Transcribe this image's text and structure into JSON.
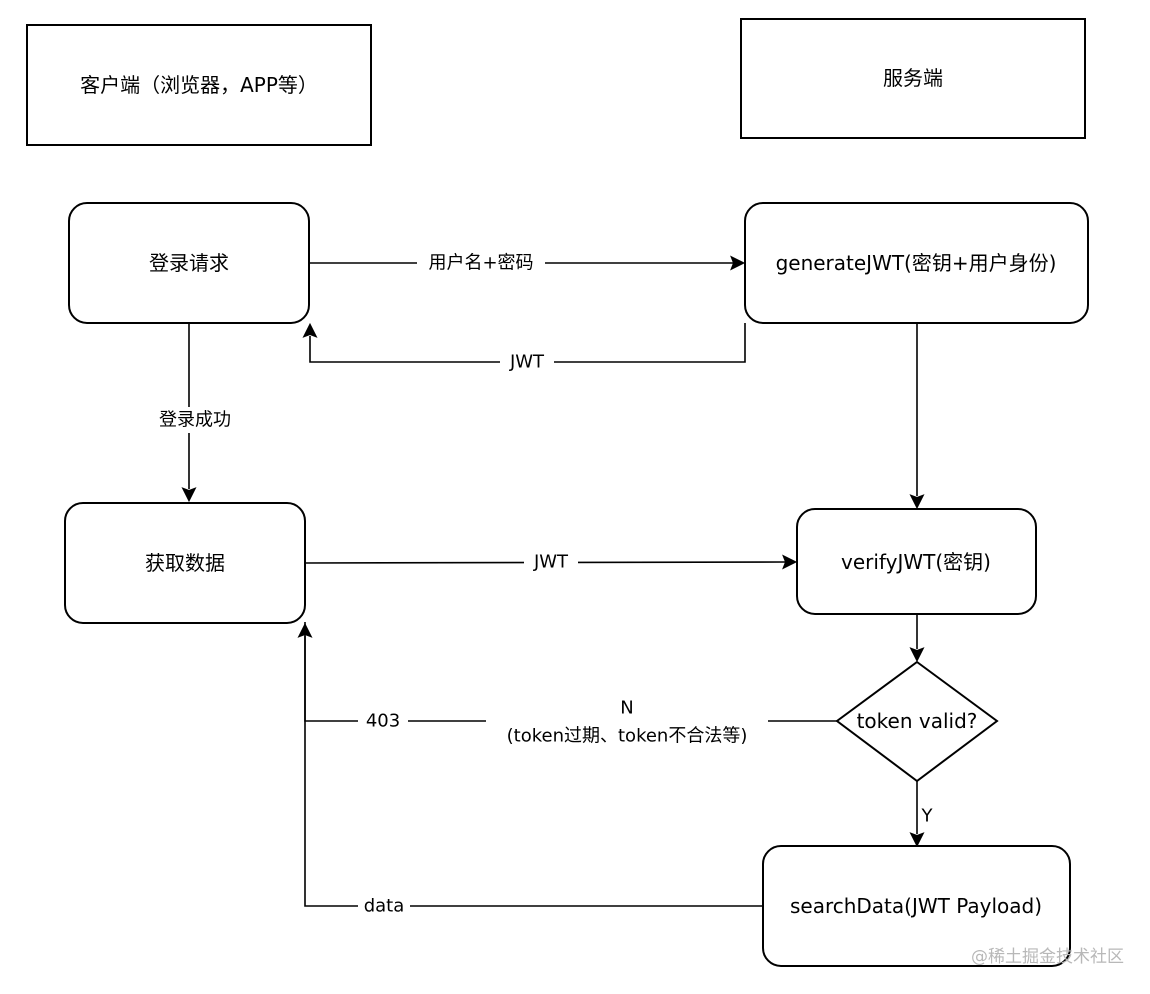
{
  "nodes": {
    "client_header": "客户端（浏览器，APP等）",
    "server_header": "服务端",
    "login_request": "登录请求",
    "generate_jwt": "generateJWT(密钥+用户身份)",
    "fetch_data": "获取数据",
    "verify_jwt": "verifyJWT(密钥)",
    "token_valid": "token valid?",
    "search_data": "searchData(JWT Payload)"
  },
  "edges": {
    "credentials": "用户名+密码",
    "jwt_return": "JWT",
    "login_success": "登录成功",
    "jwt_request": "JWT",
    "invalid_code": "403",
    "invalid_branch": "N",
    "invalid_reason": "(token过期、token不合法等)",
    "valid_branch": "Y",
    "data_return": "data"
  },
  "watermark": "@稀土掘金技术社区"
}
